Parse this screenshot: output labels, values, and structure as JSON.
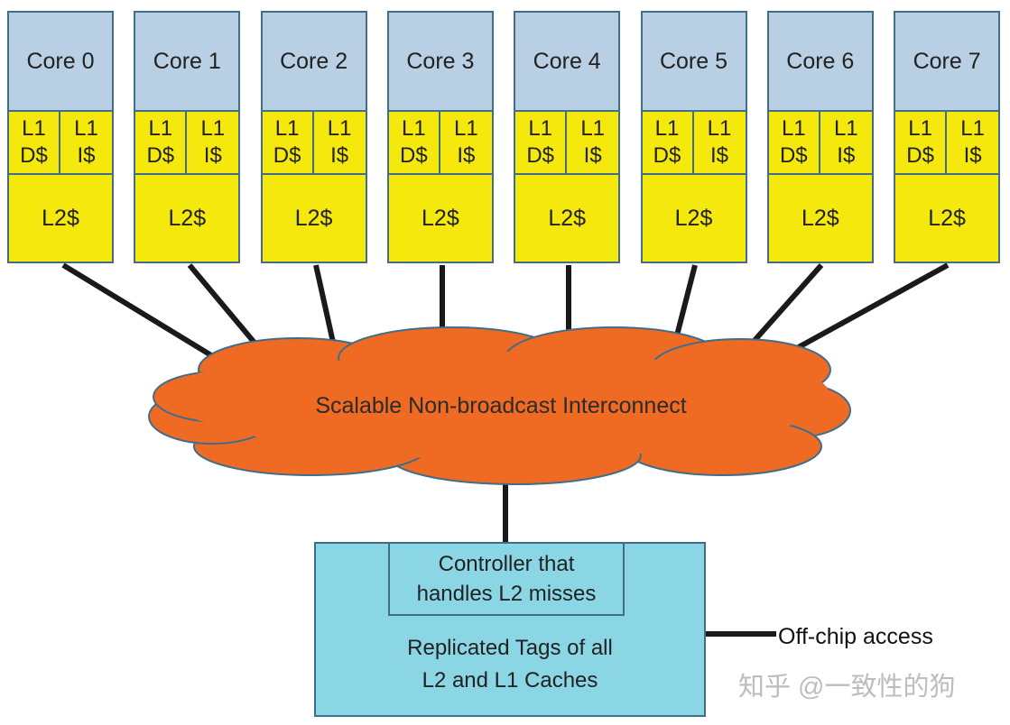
{
  "cores": [
    {
      "name": "Core 0",
      "l1d": [
        "L1",
        "D$"
      ],
      "l1i": [
        "L1",
        "I$"
      ],
      "l2": "L2$"
    },
    {
      "name": "Core 1",
      "l1d": [
        "L1",
        "D$"
      ],
      "l1i": [
        "L1",
        "I$"
      ],
      "l2": "L2$"
    },
    {
      "name": "Core 2",
      "l1d": [
        "L1",
        "D$"
      ],
      "l1i": [
        "L1",
        "I$"
      ],
      "l2": "L2$"
    },
    {
      "name": "Core 3",
      "l1d": [
        "L1",
        "D$"
      ],
      "l1i": [
        "L1",
        "I$"
      ],
      "l2": "L2$"
    },
    {
      "name": "Core 4",
      "l1d": [
        "L1",
        "D$"
      ],
      "l1i": [
        "L1",
        "I$"
      ],
      "l2": "L2$"
    },
    {
      "name": "Core 5",
      "l1d": [
        "L1",
        "D$"
      ],
      "l1i": [
        "L1",
        "I$"
      ],
      "l2": "L2$"
    },
    {
      "name": "Core 6",
      "l1d": [
        "L1",
        "D$"
      ],
      "l1i": [
        "L1",
        "I$"
      ],
      "l2": "L2$"
    },
    {
      "name": "Core 7",
      "l1d": [
        "L1",
        "D$"
      ],
      "l1i": [
        "L1",
        "I$"
      ],
      "l2": "L2$"
    }
  ],
  "interconnect": {
    "label": "Scalable Non-broadcast Interconnect"
  },
  "controller": {
    "line1": "Controller that",
    "line2": "handles L2 misses"
  },
  "tags": {
    "line1": "Replicated Tags of all",
    "line2": "L2 and L1 Caches"
  },
  "offchip": {
    "label": "Off-chip access"
  },
  "watermark": "知乎 @一致性的狗",
  "colors": {
    "core_fill": "#b9cfe3",
    "cache_fill": "#f4e80c",
    "box_border": "#3f6d8a",
    "cloud_fill": "#ef6a23",
    "cloud_stroke": "#3f6d8a",
    "memory_fill": "#8ad6e4",
    "link": "#1a1a1a"
  }
}
